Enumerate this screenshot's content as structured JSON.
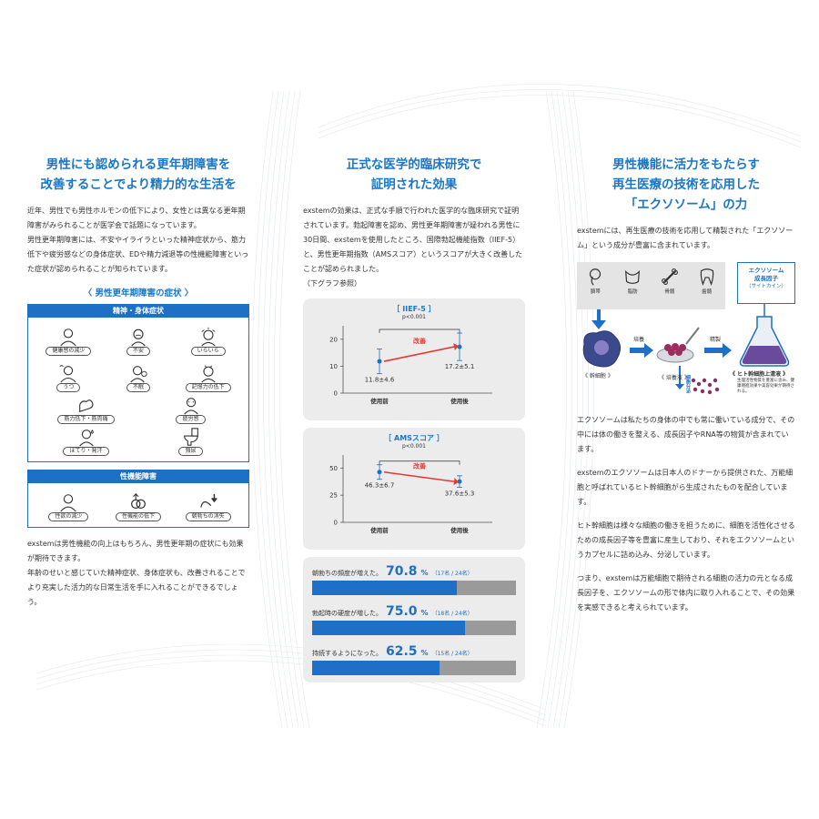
{
  "colors": {
    "accent": "#1976c8",
    "bar_fill": "#1e6fc6",
    "bar_rest": "#9a9a9a",
    "arrow": "#e53935"
  },
  "col1": {
    "heading": [
      "男性にも認められる更年期障害を",
      "改善することでより精力的な生活を"
    ],
    "intro": [
      "近年、男性でも男性ホルモンの低下により、女性とは異なる更年期障害がみられることが医学会で話題になっています。",
      "男性更年期障害には、不安やイライラといった精神症状から、筋力低下や疲労感などの身体症状、EDや精力減退等の性機能障害といった症状が認められることが知られています。"
    ],
    "symptoms_title": "〈 男性更年期障害の症状 〉",
    "mental": {
      "header": "精神・身体症状",
      "items": [
        {
          "label": "健康感の減少",
          "icon": "person-icon"
        },
        {
          "label": "不安",
          "icon": "anxious-icon"
        },
        {
          "label": "いらいら",
          "icon": "irritated-icon"
        },
        {
          "label": "うつ",
          "icon": "depressed-icon"
        },
        {
          "label": "不眠",
          "icon": "sleepless-icon"
        },
        {
          "label": "記憶力の低下",
          "icon": "memory-icon"
        }
      ],
      "items2": [
        {
          "label": "筋力低下・筋肉痛",
          "icon": "muscle-icon"
        },
        {
          "label": "疲労感",
          "icon": "fatigue-icon"
        },
        {
          "label": "ほてり・発汗",
          "icon": "sweat-icon"
        },
        {
          "label": "頻尿",
          "icon": "toilet-icon"
        }
      ]
    },
    "sexual": {
      "header": "性機能障害",
      "items": [
        {
          "label": "性欲の減少",
          "icon": "person-icon"
        },
        {
          "label": "性機能の低下",
          "icon": "gender-icon"
        },
        {
          "label": "朝勃ちの消失",
          "icon": "down-arrow-icon"
        }
      ]
    },
    "outro": [
      "exstemは男性機能の向上はもちろん、男性更年期の症状にも効果が期待できます。",
      "年齢のせいと感じていた精神症状、身体症状も、改善されることでより充実した活力的な日常生活を手に入れることができるでしょう。"
    ]
  },
  "col2": {
    "heading": [
      "正式な医学的臨床研究で",
      "証明された効果"
    ],
    "intro": "exstemの効果は、正式な手順で行われた医学的な臨床研究で証明されています。勃起障害を認め、男性更年期障害が疑われる男性に30日間、exstemを使用したところ、国際勃起機能指数（IIEF-5）と、男性更年期指数（AMSスコア）というスコアが大きく改善したことが認められました。",
    "intro_note": "（下グラフ参照）",
    "chart_data": [
      {
        "type": "line",
        "title": "［ IIEF-5 ］",
        "p_value": "p<0.001",
        "categories": [
          "使用前",
          "使用後"
        ],
        "values": [
          11.8,
          17.2
        ],
        "errors": [
          4.6,
          5.1
        ],
        "value_labels": [
          "11.8±4.6",
          "17.2±5.1"
        ],
        "annotation": "改善",
        "yticks": [
          0,
          10,
          20
        ],
        "ylim": [
          0,
          25
        ]
      },
      {
        "type": "line",
        "title": "［ AMSスコア ］",
        "p_value": "p<0.001",
        "categories": [
          "使用前",
          "使用後"
        ],
        "values": [
          46.3,
          37.6
        ],
        "errors": [
          6.7,
          5.3
        ],
        "value_labels": [
          "46.3±6.7",
          "37.6±5.3"
        ],
        "annotation": "改善",
        "yticks": [
          0,
          25,
          50
        ],
        "ylim": [
          0,
          62
        ]
      }
    ],
    "bars": [
      {
        "label": "朝勃ちの頻度が増えた。",
        "pct": "70.8",
        "count": "（17名 / 24名）",
        "value": 70.8
      },
      {
        "label": "勃起時の硬度が増した。",
        "pct": "75.0",
        "count": "（18名 / 24名）",
        "value": 75.0
      },
      {
        "label": "持続するようになった。",
        "pct": "62.5",
        "count": "（15名 / 24名）",
        "value": 62.5
      }
    ],
    "pct_sign": "%"
  },
  "col3": {
    "heading": [
      "男性機能に活力をもたらす",
      "再生医療の技術を応用した",
      "「エクソソーム」の力"
    ],
    "intro": "exstemには、再生医療の技術を応用して精製された「エクソソーム」という成分が豊富に含まれています。",
    "sources": [
      {
        "label": "臍帯",
        "icon": "umbilical-icon"
      },
      {
        "label": "脂肪",
        "icon": "fat-icon"
      },
      {
        "label": "骨髄",
        "icon": "bone-icon"
      },
      {
        "label": "歯髄",
        "icon": "tooth-icon"
      }
    ],
    "exo_box": {
      "line1": "エクソソーム",
      "line2": "成長因子",
      "line3": "（サイトカイン）"
    },
    "flow": {
      "stem": "《 幹細胞 》",
      "culture_arrow": "培養",
      "culture": "《 培養液 》",
      "purify_arrow": "精製",
      "secrete": "細胞分泌",
      "flask": "《 ヒト幹細胞上清液 》",
      "flask_note": "生理活性物質を豊富に含み、健康増進効果や美容効果が期待される。"
    },
    "paras": [
      "エクソソームは私たちの身体の中でも常に働いている成分で、その中には体の働きを整える、成長因子やRNA等の物質が含まれています。",
      "exstemのエクソソームは日本人のドナーから提供された、万能細胞と呼ばれているヒト幹細胞がら生成されたものを配合しています。",
      "ヒト幹細胞は様々な細胞の働きを担うために、細胞を活性化させるための成長因子等を豊富に産生しており、それをエクソソームというカプセルに詰め込み、分泌しています。",
      "つまり、exstemは万能細胞で期待される細胞の活力の元となる成長因子を、エクソソームの形で体内に取り入れることで、その効果を実感できると考えられています。"
    ]
  }
}
